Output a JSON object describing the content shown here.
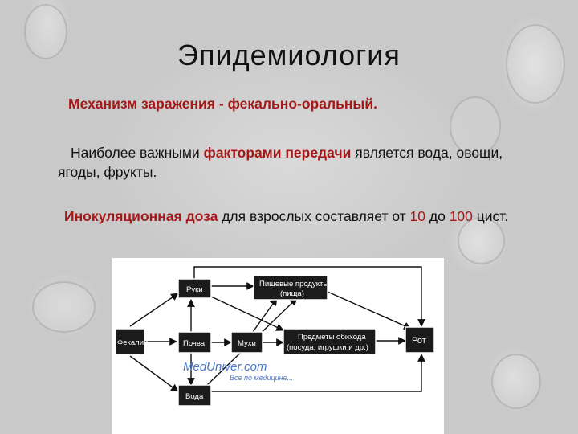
{
  "slide": {
    "title": "Эпидемиология",
    "mechanism": {
      "text": "Механизм заражения - фекально-оральный."
    },
    "factors": {
      "part1": "Наиболее важными ",
      "highlight": "факторами передачи",
      "part2": " является вода, овощи, ягоды, фрукты."
    },
    "dose": {
      "highlight": "Инокуляционная доза",
      "part1": " для взрослых составляет от ",
      "num1": "10",
      "part2": " до ",
      "num2": "100",
      "part3": " цист."
    }
  },
  "diagram": {
    "nodes": {
      "feces": "Фекалии",
      "hands": "Руки",
      "soil": "Почва",
      "flies": "Мухи",
      "water": "Вода",
      "food_line1": "Пищевые продукты",
      "food_line2": "(пища)",
      "items_line1": "Предметы обихода",
      "items_line2": "(посуда, игрушки и др.)",
      "mouth": "Рот"
    },
    "watermark": {
      "line1": "MedUniver.com",
      "line2": "Все по медицине..."
    }
  },
  "colors": {
    "highlight_red": "#a51818",
    "text": "#111111",
    "diagram_bg": "#ffffff",
    "node_fill": "#1b1b1b",
    "watermark_blue": "#4a78c8"
  }
}
